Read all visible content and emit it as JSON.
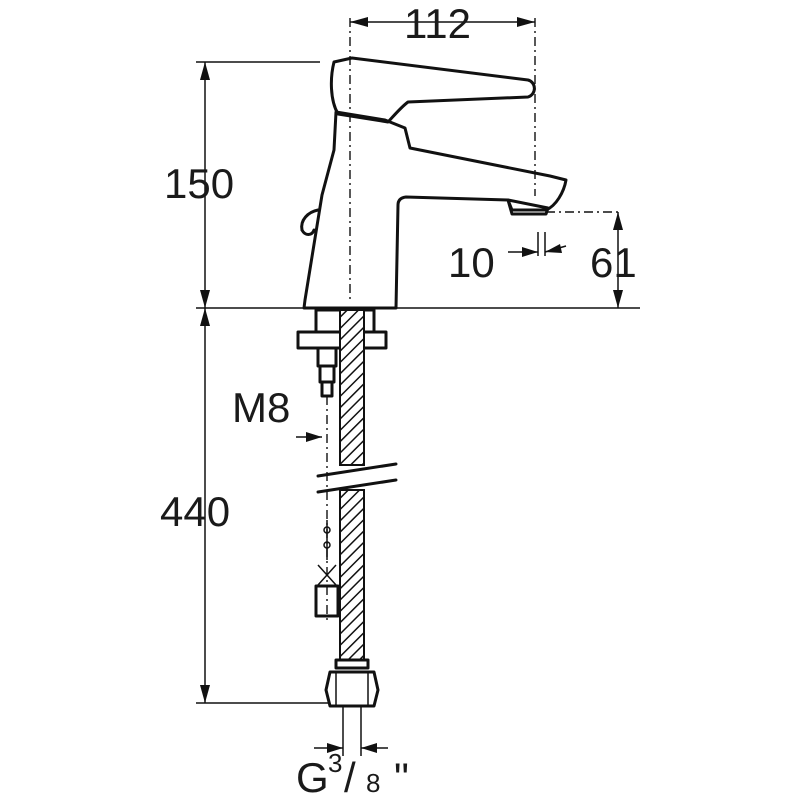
{
  "drawing": {
    "subject": "basin-mixer-tap",
    "dimensions": {
      "width_top": "112",
      "height_upper": "150",
      "spout_height": "61",
      "spout_offset": "10",
      "height_lower": "440",
      "thread_stud": "M8",
      "connection_prefix": "G",
      "connection_num": "3",
      "connection_slash": "/",
      "connection_den": "8",
      "connection_unit": "\""
    }
  }
}
